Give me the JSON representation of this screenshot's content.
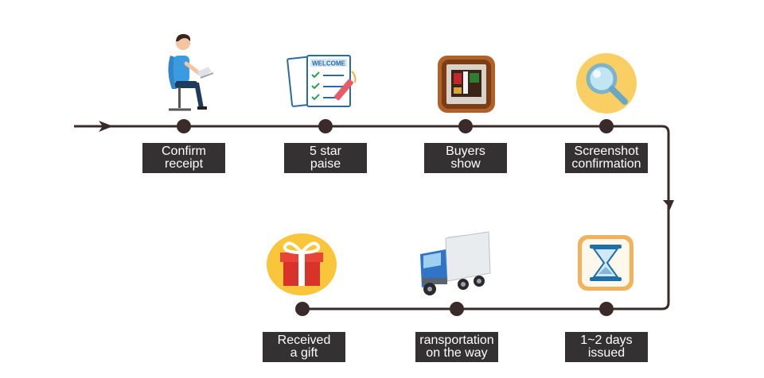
{
  "colors": {
    "line": "#3a2b2b",
    "label_bg": "#333131",
    "label_text": "#ffffff"
  },
  "steps": [
    {
      "icon": "person-at-laptop-icon",
      "label_line1": "Confirm",
      "label_line2": "receipt"
    },
    {
      "icon": "welcome-checklist-icon",
      "label_line1": "5 star",
      "label_line2": "paise"
    },
    {
      "icon": "photo-frame-icon",
      "label_line1": "Buyers",
      "label_line2": "show"
    },
    {
      "icon": "magnifier-icon",
      "label_line1": "Screenshot",
      "label_line2": "confirmation"
    },
    {
      "icon": "hourglass-icon",
      "label_line1": "1~2 days",
      "label_line2": "issued"
    },
    {
      "icon": "delivery-truck-icon",
      "label_line1": "ransportation",
      "label_line2": "on the way"
    },
    {
      "icon": "gift-box-icon",
      "label_line1": "Received",
      "label_line2": "a gift"
    }
  ],
  "checklist_icon_text": "WELCOME"
}
